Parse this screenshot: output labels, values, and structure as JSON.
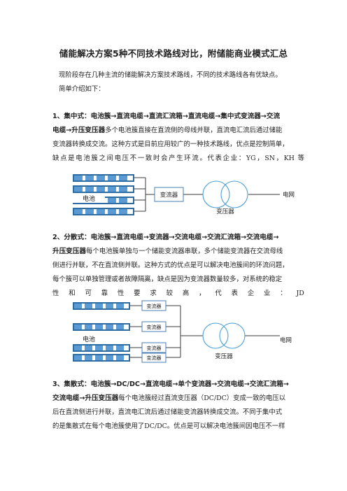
{
  "title": "储能解决方案5种不同技术路线对比，附储能商业模式汇总",
  "intro": {
    "line1": "现阶段存在几种主流的储能解决方案技术路线，不同的技术路线各有优缺点。",
    "line2": "简单介绍如下："
  },
  "section1": {
    "heading_a": "1、集中式：电池簇→直流电缆→直流汇流箱→直流电缆→集中式变流器→交流",
    "heading_b": "电缆→升压变压器",
    "text_b": "多个电池簇直接在直流侧的母线并联，直流电汇流后通过储能",
    "line3": "变流器转换成交流。这种方式是目前应用较广的一种技术路线，优点是控制简单，",
    "line4": "缺点是电池簇之间电压不一致时会产生环流。代表企业：YG，SN，KH 等"
  },
  "diagram1": {
    "battery_label": "电池",
    "converter_label": "变流器",
    "transformer_label": "变压器",
    "grid_label": "电网"
  },
  "section2": {
    "heading_a": "2、分散式：电池簇→直流电缆→变流器→交流电缆→交流汇流箱→交流电缆→",
    "heading_b": "升压变压器",
    "text_b": "每个电池簇单独与一个储能变流器串联，多个储能变流器在交流母线",
    "line3": "侧进行并联，不在直流侧并联。这种方式的优点是可以解决电池簇间的环流问题，",
    "line4": "每个簇可以单独管理或者故障隔离，缺点是因为变流器数量较多，对系统的稳定",
    "line5_words": [
      "性",
      "和",
      "可",
      "靠",
      "性",
      "要",
      "求",
      "较",
      "高",
      "，",
      "代",
      "表",
      "企",
      "业",
      "：",
      "JD"
    ]
  },
  "diagram2": {
    "battery_label": "电池",
    "converter_labels": [
      "变流器",
      "变流器",
      "变流器",
      "变流器"
    ],
    "transformer_label": "变压器",
    "grid_label": "电网"
  },
  "section3": {
    "heading_a": "3、集散式：电池簇→DC/DC→直流电缆→单个变流器→交流电缆→交流汇流箱→",
    "heading_b": "交流电缆→升压变压器",
    "text_b": "每个电池簇经过直流变压器（DC/DC）变成一致的电压以",
    "line3": "后在直流侧进行并联，直流电汇流后通过储能变流器转换成交流。不同于集中式",
    "line4": "的是集散式在每个电池簇使用了DC/DC。优点是可以解决电池簇间因电压不一样"
  }
}
